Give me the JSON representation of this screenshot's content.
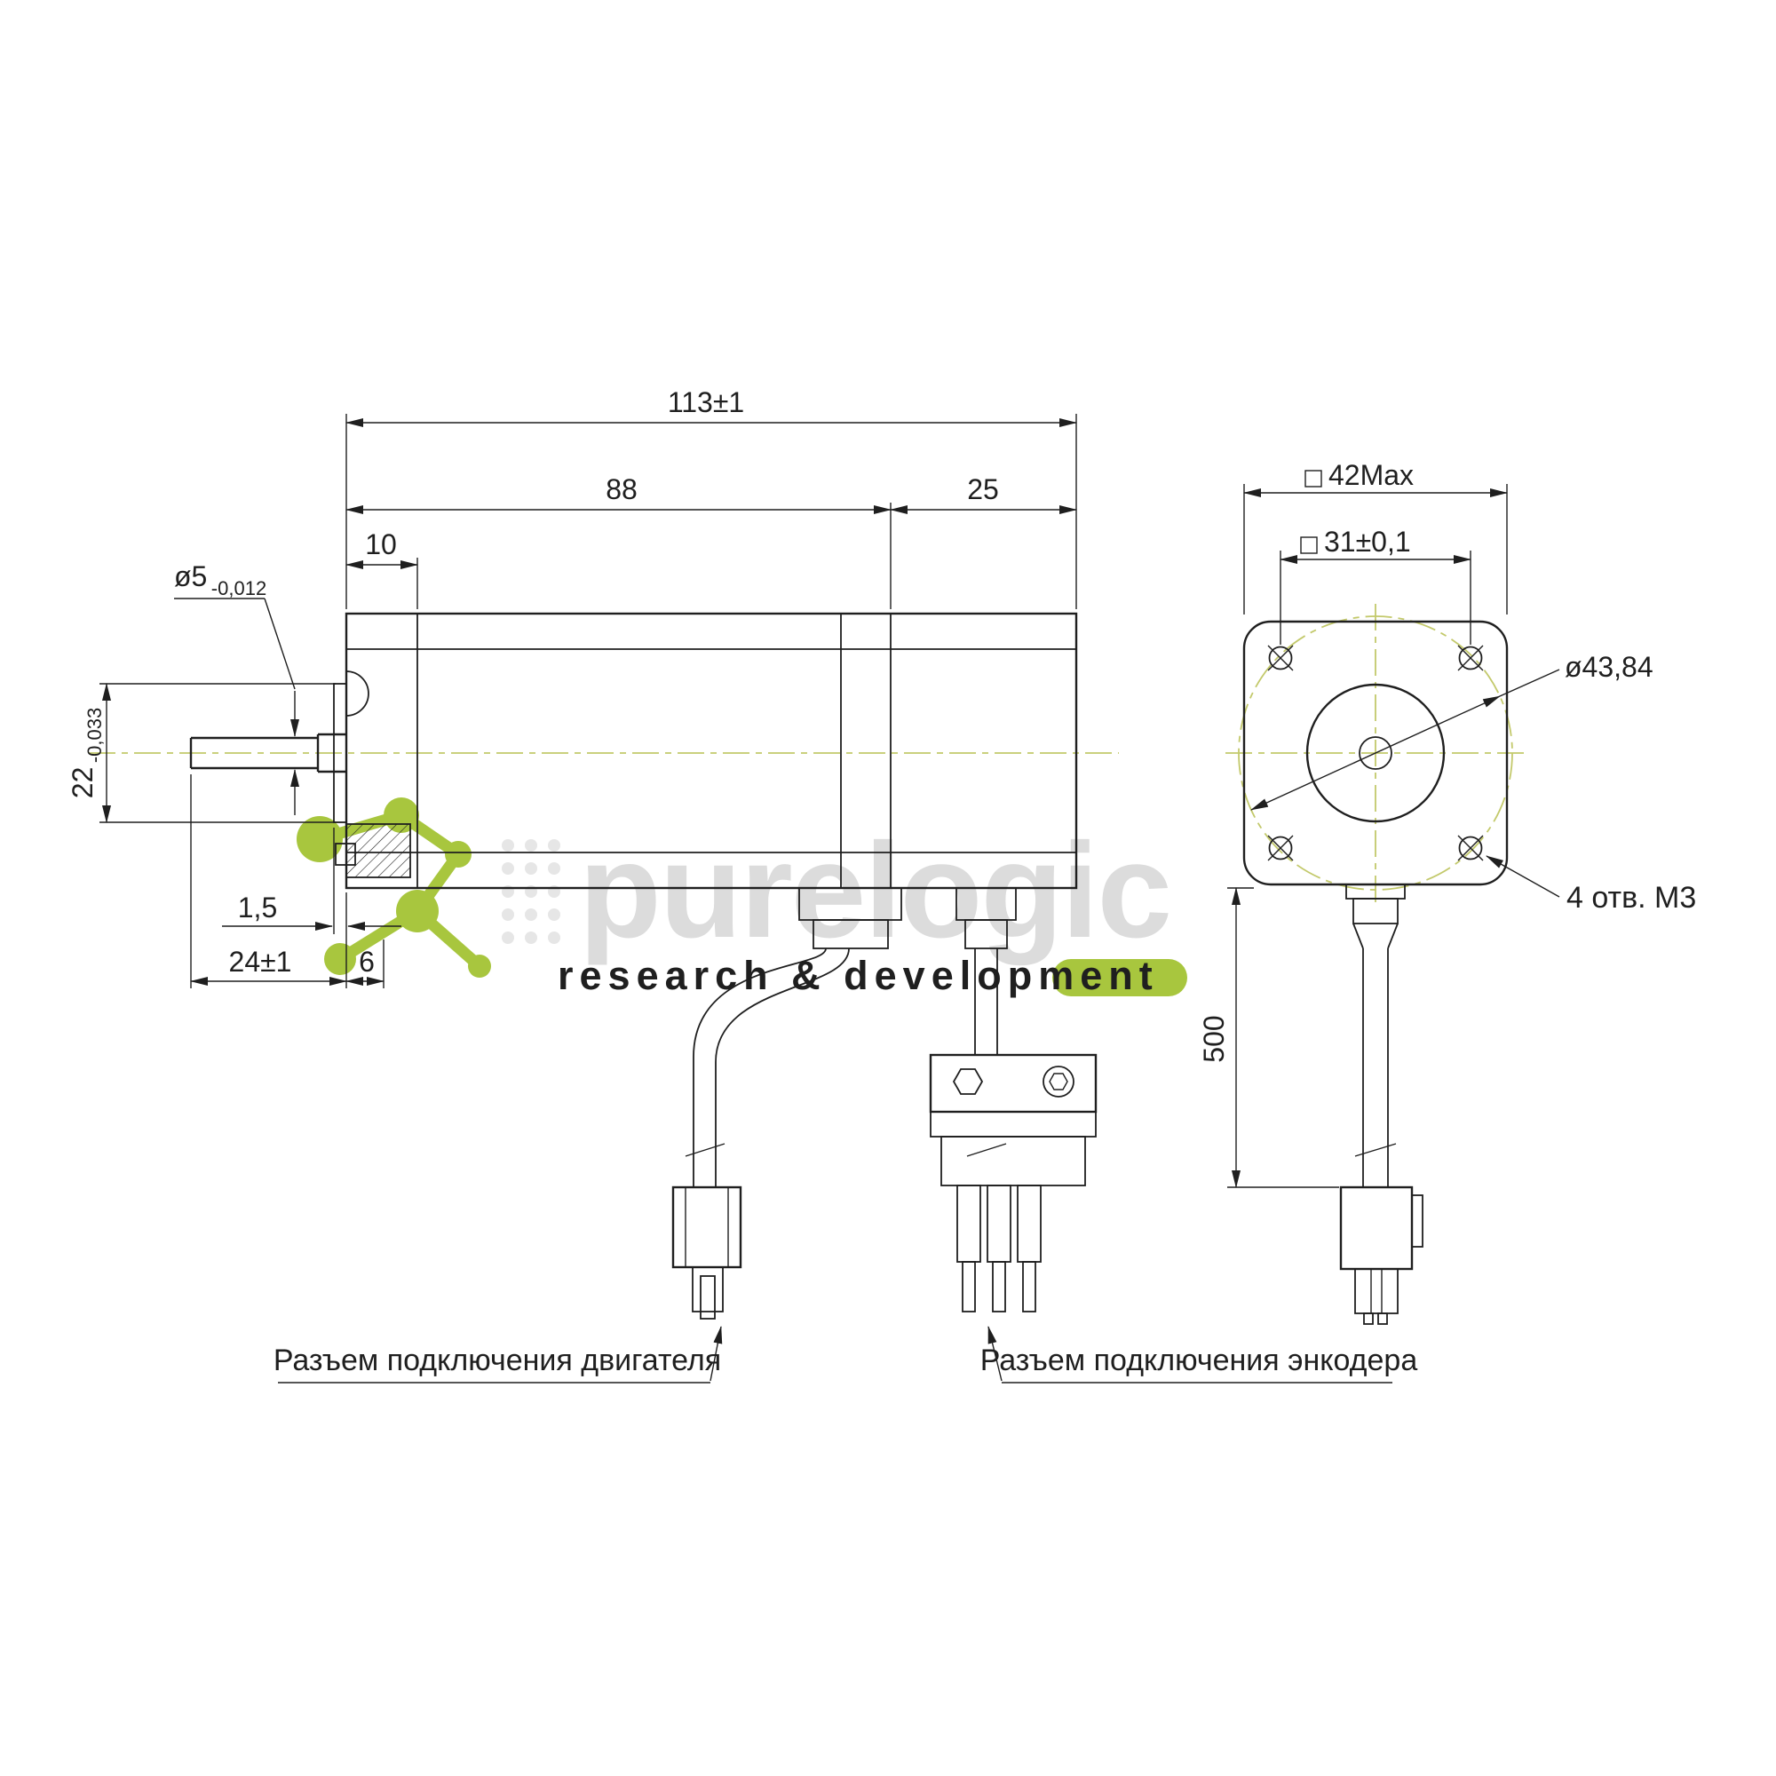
{
  "meta": {
    "bg_color": "#ffffff",
    "line_color": "#1f1f1f",
    "centerline_color": "#c3c96b",
    "accent_color": "#a8c63e",
    "watermark_gray": "#dcdcdc"
  },
  "side_view": {
    "dim_overall": "113±1",
    "dim_body": "88",
    "dim_rear": "25",
    "dim_front": "10",
    "dim_shaft_dia": "ø5",
    "dim_shaft_dia_tol": "-0,012",
    "dim_boss_dia": "22",
    "dim_boss_dia_tol": "-0,033",
    "dim_boss_depth": "1,5",
    "dim_shaft_len": "24±1",
    "dim_key_len": "6"
  },
  "front_view": {
    "dim_flange": "42Max",
    "dim_hole_spacing": "31±0,1",
    "dim_bolt_circle": "ø43,84",
    "holes_note": "4 отв. М3",
    "dim_cable_len": "500"
  },
  "callouts": {
    "motor_connector": "Разъем подключения двигателя",
    "encoder_connector": "Разъем подключения энкодера"
  },
  "watermark": {
    "brand": "purelogic",
    "tagline": "research & development"
  }
}
